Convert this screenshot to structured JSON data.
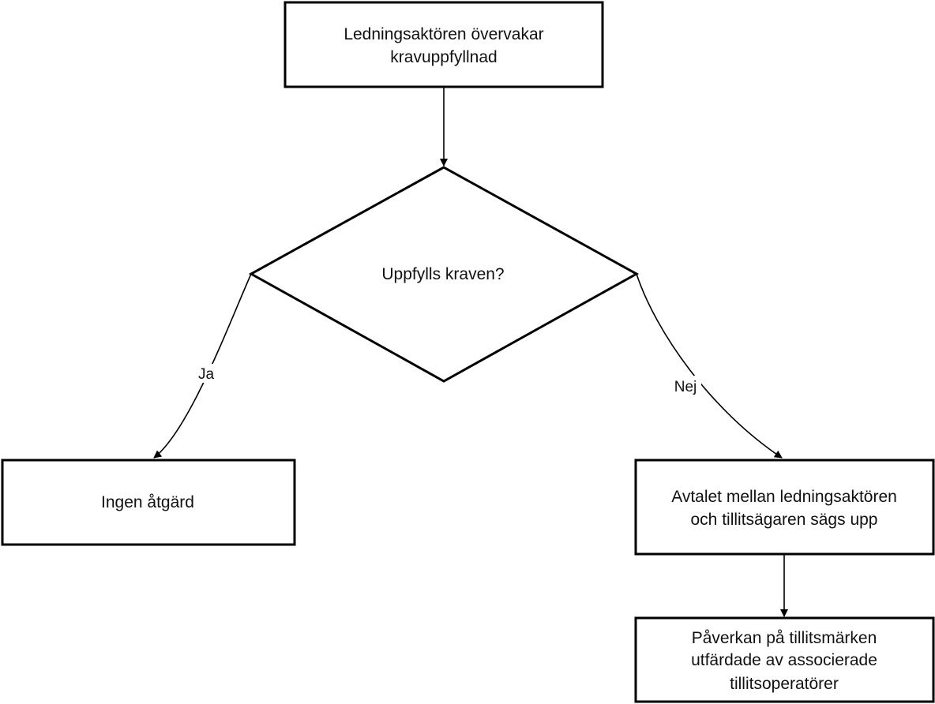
{
  "diagram": {
    "nodes": {
      "monitor": {
        "lines": [
          "Ledningsaktören övervakar",
          "kravuppfyllnad"
        ]
      },
      "decision": {
        "lines": [
          "Uppfylls kraven?"
        ]
      },
      "no_action": {
        "lines": [
          "Ingen åtgärd"
        ]
      },
      "terminate": {
        "lines": [
          "Avtalet mellan ledningsaktören",
          "och tillitsägaren sägs upp"
        ]
      },
      "impact": {
        "lines": [
          "Påverkan på tillitsmärken",
          "utfärdade av associerade",
          "tillitsoperatörer"
        ]
      }
    },
    "edges": {
      "yes_label": "Ja",
      "no_label": "Nej"
    }
  }
}
